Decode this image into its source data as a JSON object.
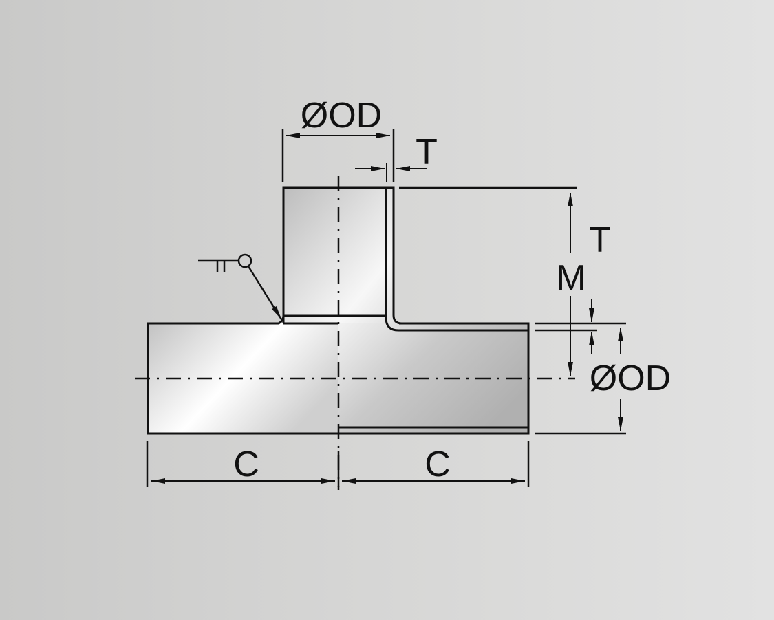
{
  "diagram": {
    "type": "equal-tee-fitting-technical-drawing",
    "labels": {
      "branch_od": "ØOD",
      "branch_wall_thickness": "T",
      "height_m": "M",
      "run_wall_thickness": "T",
      "run_od": "ØOD",
      "left_length": "C",
      "right_length": "C"
    },
    "weld_symbol": "weld-all-around-symbol",
    "colors": {
      "line": "#111111",
      "background_left": "#c9c9c8",
      "background_right": "#e2e2e2",
      "metal_highlight": "#ffffff",
      "metal_shade": "#b3b3b3"
    }
  }
}
